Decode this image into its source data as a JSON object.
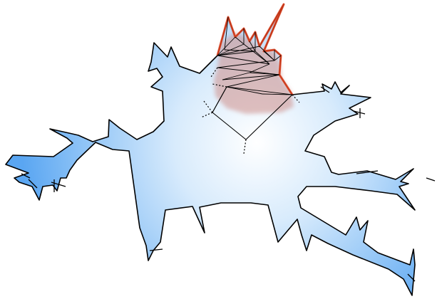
{
  "diagram": {
    "colors": {
      "background": "#ffffff",
      "shape_center": "#ffffff",
      "shape_edge": "#5aa6f2",
      "outline": "#000000",
      "highlight_fill": "#cf8f8a",
      "highlight_edge": "#e0401c",
      "skeleton": "#000000"
    },
    "elements": [
      "polygon-outline",
      "gradient-fill",
      "highlight-region",
      "red-boundary-chain",
      "skeleton-tree",
      "dotted-branches",
      "triangulation"
    ]
  }
}
